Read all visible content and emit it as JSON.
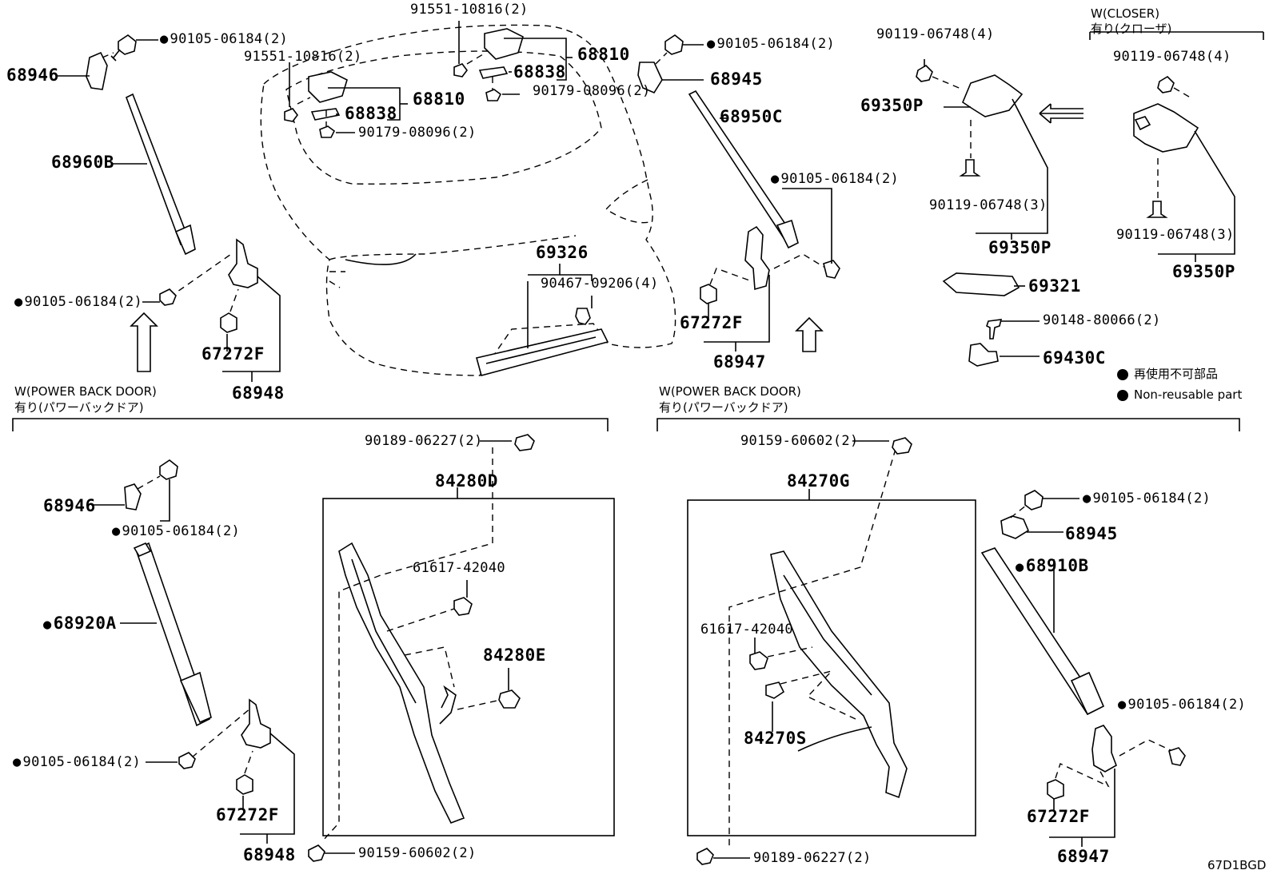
{
  "parts": {
    "p68946_top": "68946",
    "p90105_tl": "90105-06184(2)",
    "p91551_a": "91551-10816(2)",
    "p91551_b": "91551-10816(2)",
    "p68838_a": "68838",
    "p68838_b": "68838",
    "p68810_a": "68810",
    "p68810_b": "68810",
    "p90179_a": "90179-08096(2)",
    "p90179_b": "90179-08096(2)",
    "p68960B": "68960B",
    "p90105_ml": "90105-06184(2)",
    "p67272F_a": "67272F",
    "p68948_a": "68948",
    "p69326": "69326",
    "p90467": "90467-09206(4)",
    "p90105_tm": "90105-06184(2)",
    "p68945_top": "68945",
    "p68950C": "68950C",
    "p90105_mr": "90105-06184(2)",
    "p67272F_b": "67272F",
    "p68947_a": "68947",
    "p90119_a": "90119-06748(4)",
    "p69350P_a": "69350P",
    "p90119_b": "90119-06748(3)",
    "p69350P_b": "69350P",
    "p69321": "69321",
    "p90148": "90148-80066(2)",
    "p69430C": "69430C",
    "p90119_c": "90119-06748(4)",
    "p90119_d": "90119-06748(3)",
    "p69350P_c": "69350P",
    "p68946_bot": "68946",
    "p90105_bl1": "90105-06184(2)",
    "p68920A": "68920A",
    "p90105_bl2": "90105-06184(2)",
    "p67272F_c": "67272F",
    "p68948_b": "68948",
    "p90189_a": "90189-06227(2)",
    "p84280D": "84280D",
    "p61617_a": "61617-42040",
    "p84280E": "84280E",
    "p90159_a": "90159-60602(2)",
    "p90159_b": "90159-60602(2)",
    "p84270G": "84270G",
    "p61617_b": "61617-42040",
    "p84270S": "84270S",
    "p90189_b": "90189-06227(2)",
    "p90105_br1": "90105-06184(2)",
    "p68945_bot": "68945",
    "p68910B": "68910B",
    "p90105_br2": "90105-06184(2)",
    "p67272F_d": "67272F",
    "p68947_b": "68947"
  },
  "notes": {
    "power_back_door_l1": "W(POWER BACK DOOR)",
    "power_back_door_l2": "有り(パワーバックドア)",
    "power_back_door_r1": "W(POWER BACK DOOR)",
    "power_back_door_r2": "有り(パワーバックドア)",
    "closer_1": "W(CLOSER)",
    "closer_2": "有り(クローザ)",
    "legend_jp": "再使用不可部品",
    "legend_en": "Non-reusable part",
    "diagram_code": "67D1BGD"
  }
}
